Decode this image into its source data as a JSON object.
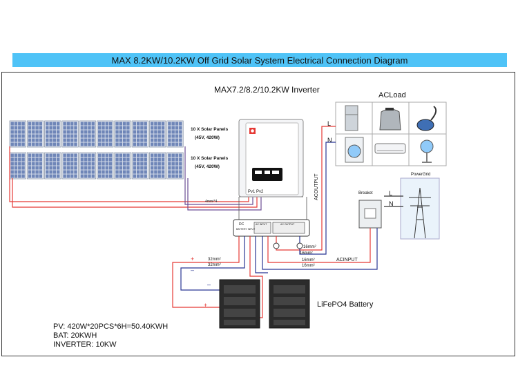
{
  "title": "MAX 8.2KW/10.2KW Off Grid Solar System Electrical Connection Diagram",
  "inverter": {
    "heading": "MAX7.2/8.2/10.2KW Inverter",
    "ports": "Pv1 Pv2"
  },
  "solar": {
    "row1": {
      "line1": "10 X Solar Panels",
      "line2": "(45V, 420W)"
    },
    "row2": {
      "line1": "10 X Solar Panels",
      "line2": "(45V, 420W)"
    },
    "pv_cable": "4mm²*4"
  },
  "acload": {
    "label": "ACLoad",
    "l": "L",
    "n": "N",
    "items": [
      "fridge-icon",
      "kettle-icon",
      "vacuum-icon",
      "washer-icon",
      "air-conditioner-icon",
      "fan-icon"
    ]
  },
  "grid": {
    "label": "PowerGrid",
    "breaker": "Breaket",
    "l": "L",
    "n": "N"
  },
  "wiring": {
    "acoutput": "ACOUTPUT",
    "acinput": "ACINPUT",
    "cable_16_a": "16mm²",
    "cable_16_b": "16mm²",
    "cable_16_c": "16mm²",
    "cable_16_d": "16mm²",
    "cable_32_a": "32mm²",
    "cable_32_b": "32mm²",
    "plus_1": "+",
    "minus_1": "–",
    "minus_2": "–",
    "plus_2": "+"
  },
  "terminal": {
    "dc": "DC",
    "battery": "BATTERY INPUT",
    "ac_in": "AC INPUT",
    "ac_out": "AC OUTPUT"
  },
  "battery": {
    "label": "LiFePO4 Battery"
  },
  "specs": {
    "pv": "PV:  420W*20PCS*6H=50.40KWH",
    "bat": "BAT:  20KWH",
    "inverter": "INVERTER: 10KW"
  },
  "colors": {
    "title_bar": "#4fc3f7",
    "positive": "#e53935",
    "negative": "#283593",
    "pv_wire": "#9b59b6",
    "panel": "#6f86b8"
  }
}
